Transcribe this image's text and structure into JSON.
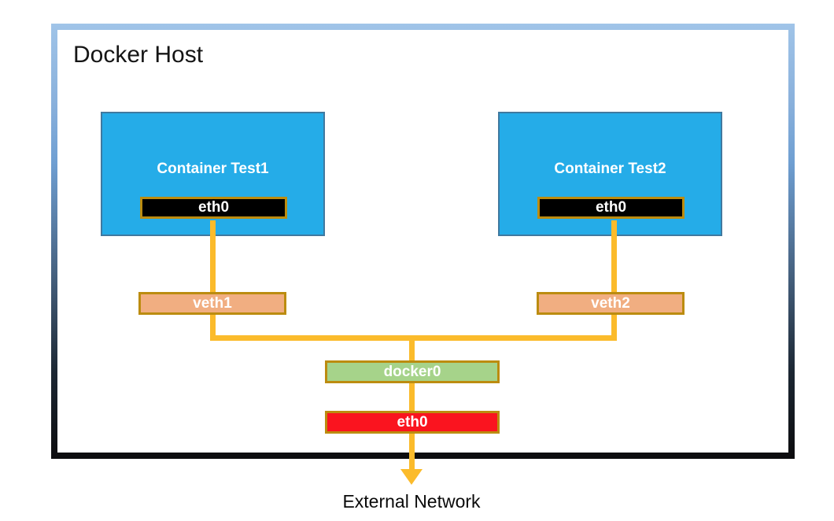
{
  "host": {
    "title": "Docker Host"
  },
  "containers": [
    {
      "label": "Container Test1",
      "interface": "eth0"
    },
    {
      "label": "Container Test2",
      "interface": "eth0"
    }
  ],
  "interfaces": {
    "veth1": "veth1",
    "veth2": "veth2",
    "bridge": "docker0",
    "host_eth": "eth0"
  },
  "external": {
    "label": "External Network"
  },
  "colors": {
    "container_fill": "#25ACE8",
    "container_border": "#40799F",
    "interface_border_gold": "#BC8C10",
    "veth_fill": "#F1AE81",
    "bridge_fill": "#A6D38A",
    "host_eth_fill": "#FA141F",
    "eth_black_fill": "#000000",
    "connector_line": "#FBBB2B",
    "host_border_top": "#A0C4E8",
    "host_border_bottom": "#0C0C0E",
    "label_text": "#FFFFFF",
    "title_text": "#151515"
  }
}
